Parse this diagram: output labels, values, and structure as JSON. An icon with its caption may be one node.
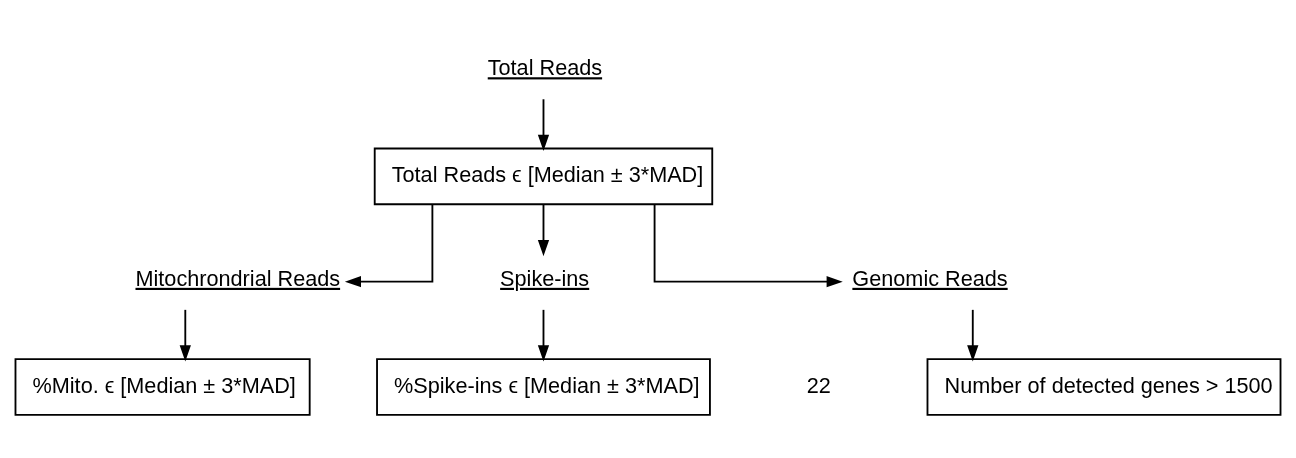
{
  "diagram": {
    "nodes": [
      {
        "text": [
          "Total Reads"
        ]
      },
      {
        "text": [
          "Total Reads ϵ [Median ± 3*MAD]"
        ]
      },
      {
        "text": [
          "Mitochrondrial Reads"
        ]
      },
      {
        "text": [
          "Spike-ins"
        ]
      },
      {
        "text": [
          "Genomic Reads"
        ]
      },
      {
        "text": [
          "%Mito. ϵ [Median ± 3*MAD]"
        ]
      },
      {
        "text": [
          "%Spike-ins ϵ [Median ± 3*MAD]"
        ]
      },
      {
        "text": [
          "Number of detected genes > 1500"
        ]
      }
    ],
    "edges": [
      {
        "from": 0,
        "to": 1,
        "arrow": "to"
      },
      {
        "from": 1,
        "to": 2,
        "arrow": "to"
      },
      {
        "from": 1,
        "to": 3,
        "arrow": "to"
      },
      {
        "from": 1,
        "to": 4,
        "arrow": "to"
      },
      {
        "from": 2,
        "to": 5,
        "arrow": "to"
      },
      {
        "from": 3,
        "to": 6,
        "arrow": "to"
      },
      {
        "from": 4,
        "to": 7,
        "arrow": "to"
      }
    ],
    "labels": [
      "22"
    ]
  }
}
